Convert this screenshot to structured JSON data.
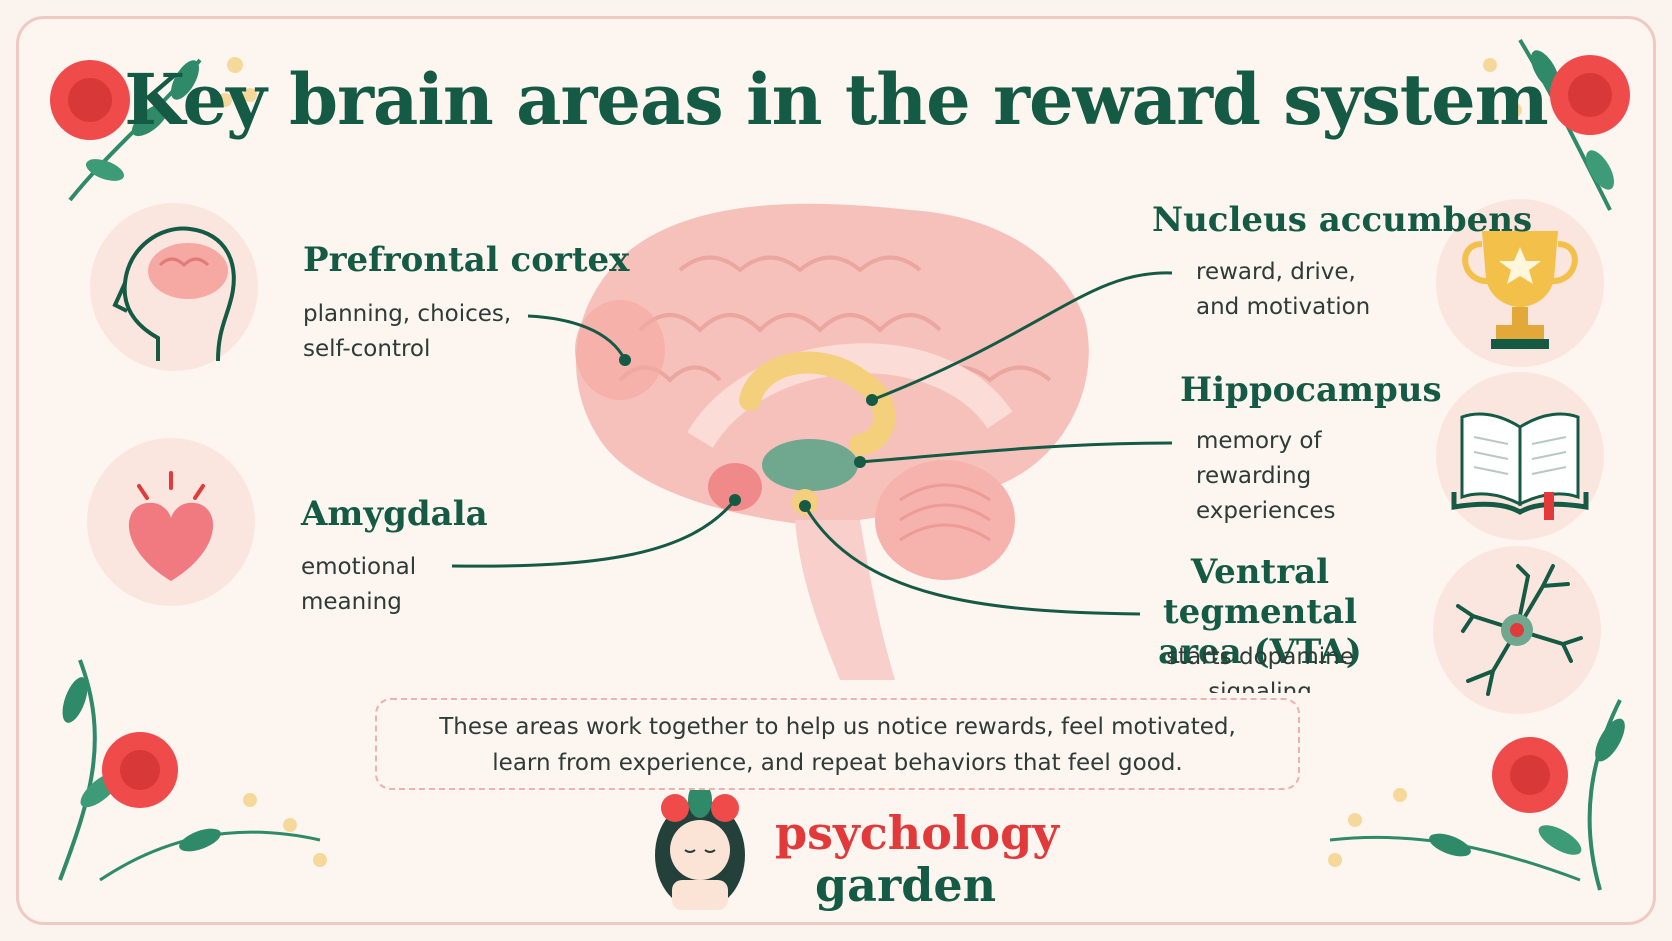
{
  "title": "Key brain areas in the reward system",
  "areas": {
    "prefrontal": {
      "name": "Prefrontal cortex",
      "desc1": "planning, choices,",
      "desc2": "self-control"
    },
    "amygdala": {
      "name": "Amygdala",
      "desc1": "emotional",
      "desc2": "meaning"
    },
    "nucleus": {
      "name": "Nucleus accumbens",
      "desc1": "reward, drive,",
      "desc2": "and motivation"
    },
    "hippocampus": {
      "name": "Hippocampus",
      "desc1": "memory of",
      "desc2": "rewarding",
      "desc3": "experiences"
    },
    "vta": {
      "name1": "Ventral tegmental",
      "name2": "area (VTA)",
      "desc1": "starts dopamine",
      "desc2": "signaling"
    }
  },
  "note": {
    "line1": "These areas work together to help us notice rewards, feel motivated,",
    "line2": "learn from experience, and repeat behaviors that feel good."
  },
  "brand": {
    "line1": "psychology",
    "line2": "garden"
  },
  "icons": [
    "head-brain-icon",
    "heart-icon",
    "trophy-icon",
    "open-book-icon",
    "neuron-icon"
  ],
  "colors": {
    "title": "#155a45",
    "brain": "#f6b9b4",
    "accent_red": "#e23a3a",
    "leaf": "#2f8a6a",
    "striatum": "#f4cf7c",
    "hippocampus": "#6fa88f"
  }
}
